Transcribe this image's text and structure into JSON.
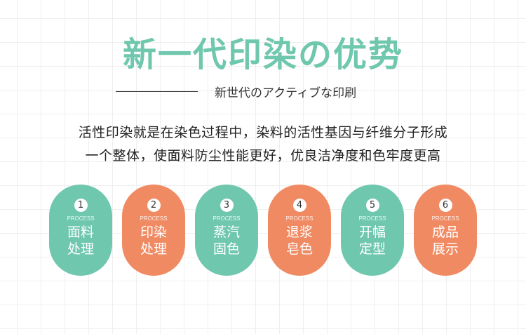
{
  "title": "新一代印染の优势",
  "subtitle": "新世代のアクティブな印刷",
  "description": [
    "活性印染就是在染色过程中，染料的活性基因与纤维分子形成",
    "一个整体，使面料防尘性能更好，优良洁净度和色牢度更高"
  ],
  "colors": {
    "teal": "#6fc7ad",
    "orange": "#f08a62"
  },
  "steps": [
    {
      "num": "1",
      "label": "PROCESS",
      "name": "面料处理",
      "color": "teal"
    },
    {
      "num": "2",
      "label": "PROCESS",
      "name": "印染处理",
      "color": "orange"
    },
    {
      "num": "3",
      "label": "PROCESS",
      "name": "蒸汽固色",
      "color": "teal"
    },
    {
      "num": "4",
      "label": "PROCESS",
      "name": "退浆皂色",
      "color": "orange"
    },
    {
      "num": "5",
      "label": "PROCESS",
      "name": "开幅定型",
      "color": "teal"
    },
    {
      "num": "6",
      "label": "PROCESS",
      "name": "成品展示",
      "color": "orange"
    }
  ]
}
